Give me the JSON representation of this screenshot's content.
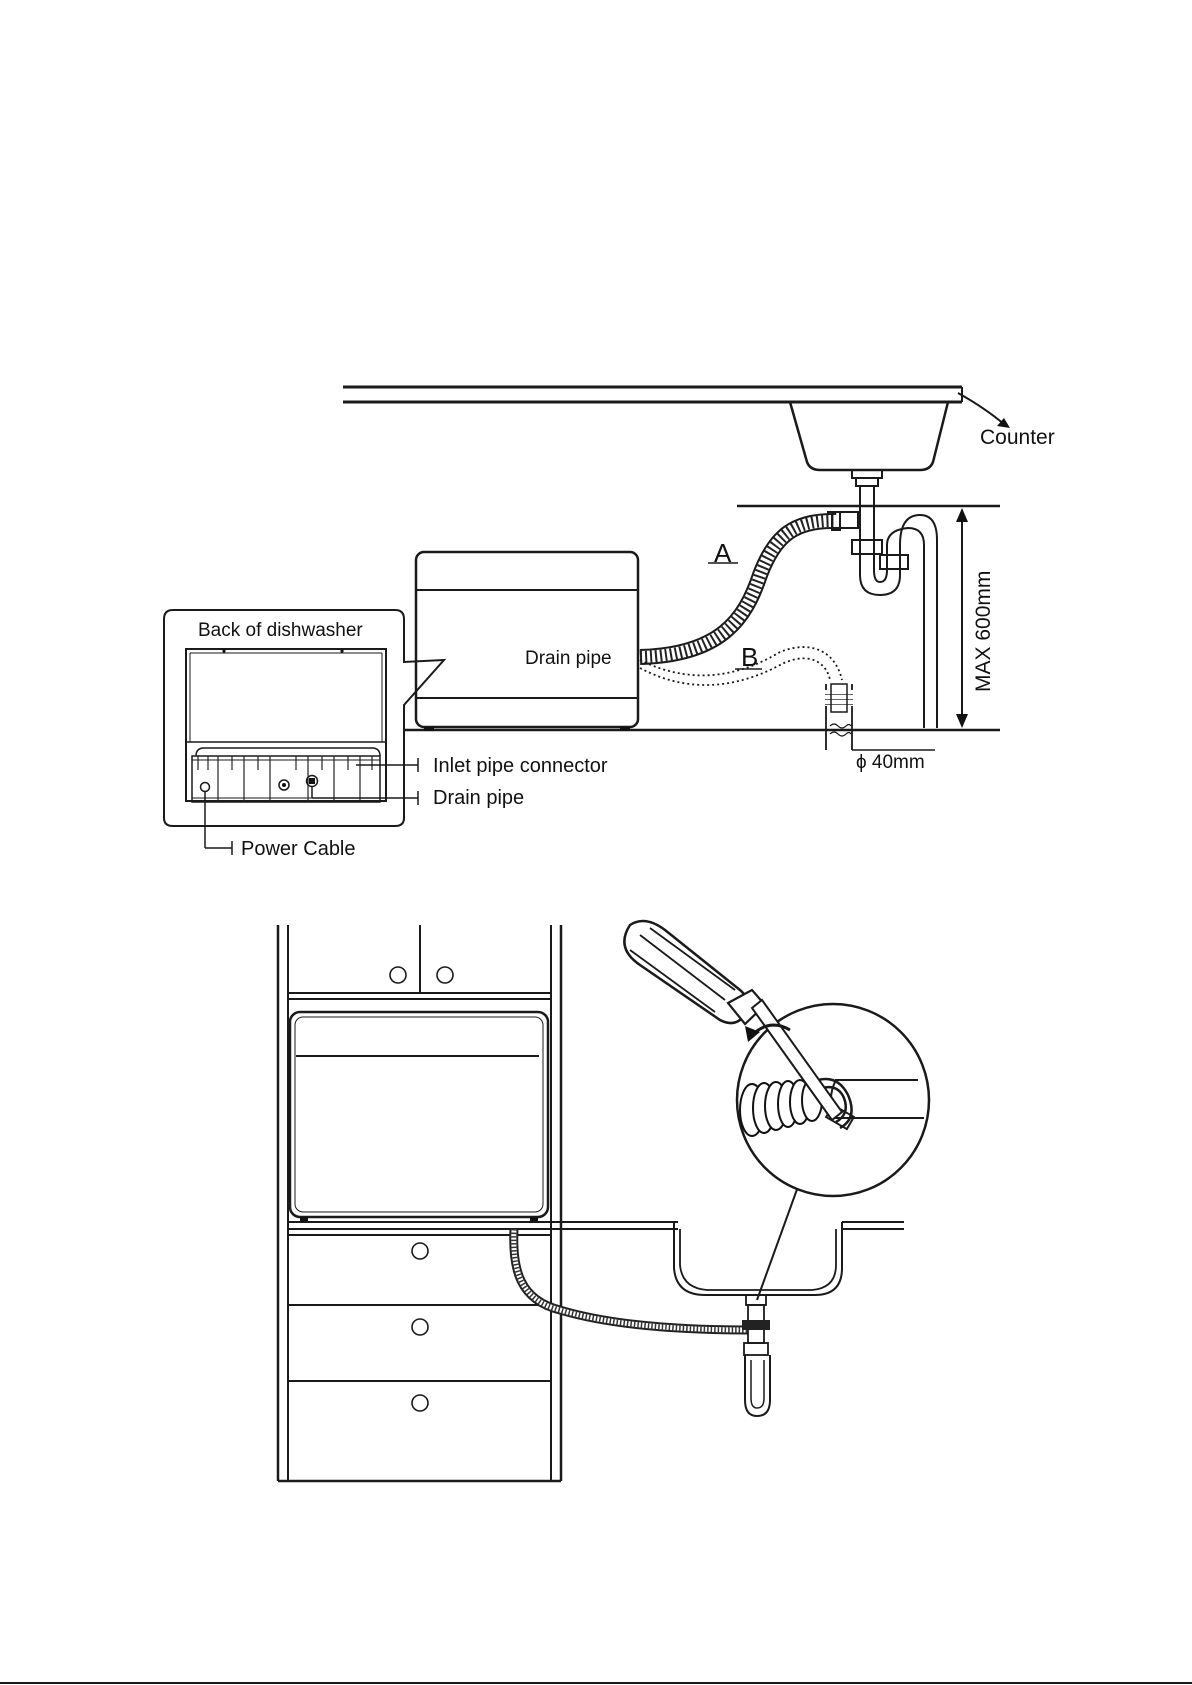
{
  "labels": {
    "counter": "Counter",
    "a": "A",
    "b": "B",
    "drain_pipe_main": "Drain pipe",
    "max_height": "MAX 600mm",
    "diameter": "ϕ 40mm",
    "back_of_dishwasher": "Back of dishwasher",
    "inlet_pipe_connector": "Inlet pipe connector",
    "drain_pipe_callout": "Drain pipe",
    "power_cable": "Power Cable"
  }
}
